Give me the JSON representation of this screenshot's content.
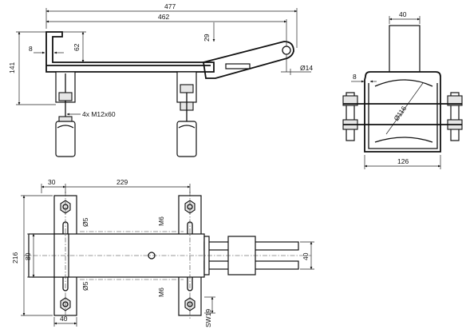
{
  "drawing": {
    "side_view": {
      "dims": {
        "overall_length": "477",
        "frame_length": "462",
        "height": "141",
        "hook_width": "8",
        "hook_depth": "62",
        "arm_offset": "29",
        "hole_diameter": "Ø14",
        "bolts": "4x M12x60"
      }
    },
    "section_view": {
      "dims": {
        "top_width": "40",
        "flange": "8",
        "pipe_diameter": "Ø116",
        "base_width": "126"
      }
    },
    "top_view": {
      "dims": {
        "edge_offset": "30",
        "clamp_spacing": "229",
        "total_width": "216",
        "bar_width": "80",
        "clamp_width": "40",
        "tab_width": "40",
        "thread_left_top": "M6",
        "thread_left_bottom": "M6",
        "hole_top": "Ø5",
        "hole_bottom": "Ø5",
        "wrench_size": "SW19"
      }
    }
  }
}
